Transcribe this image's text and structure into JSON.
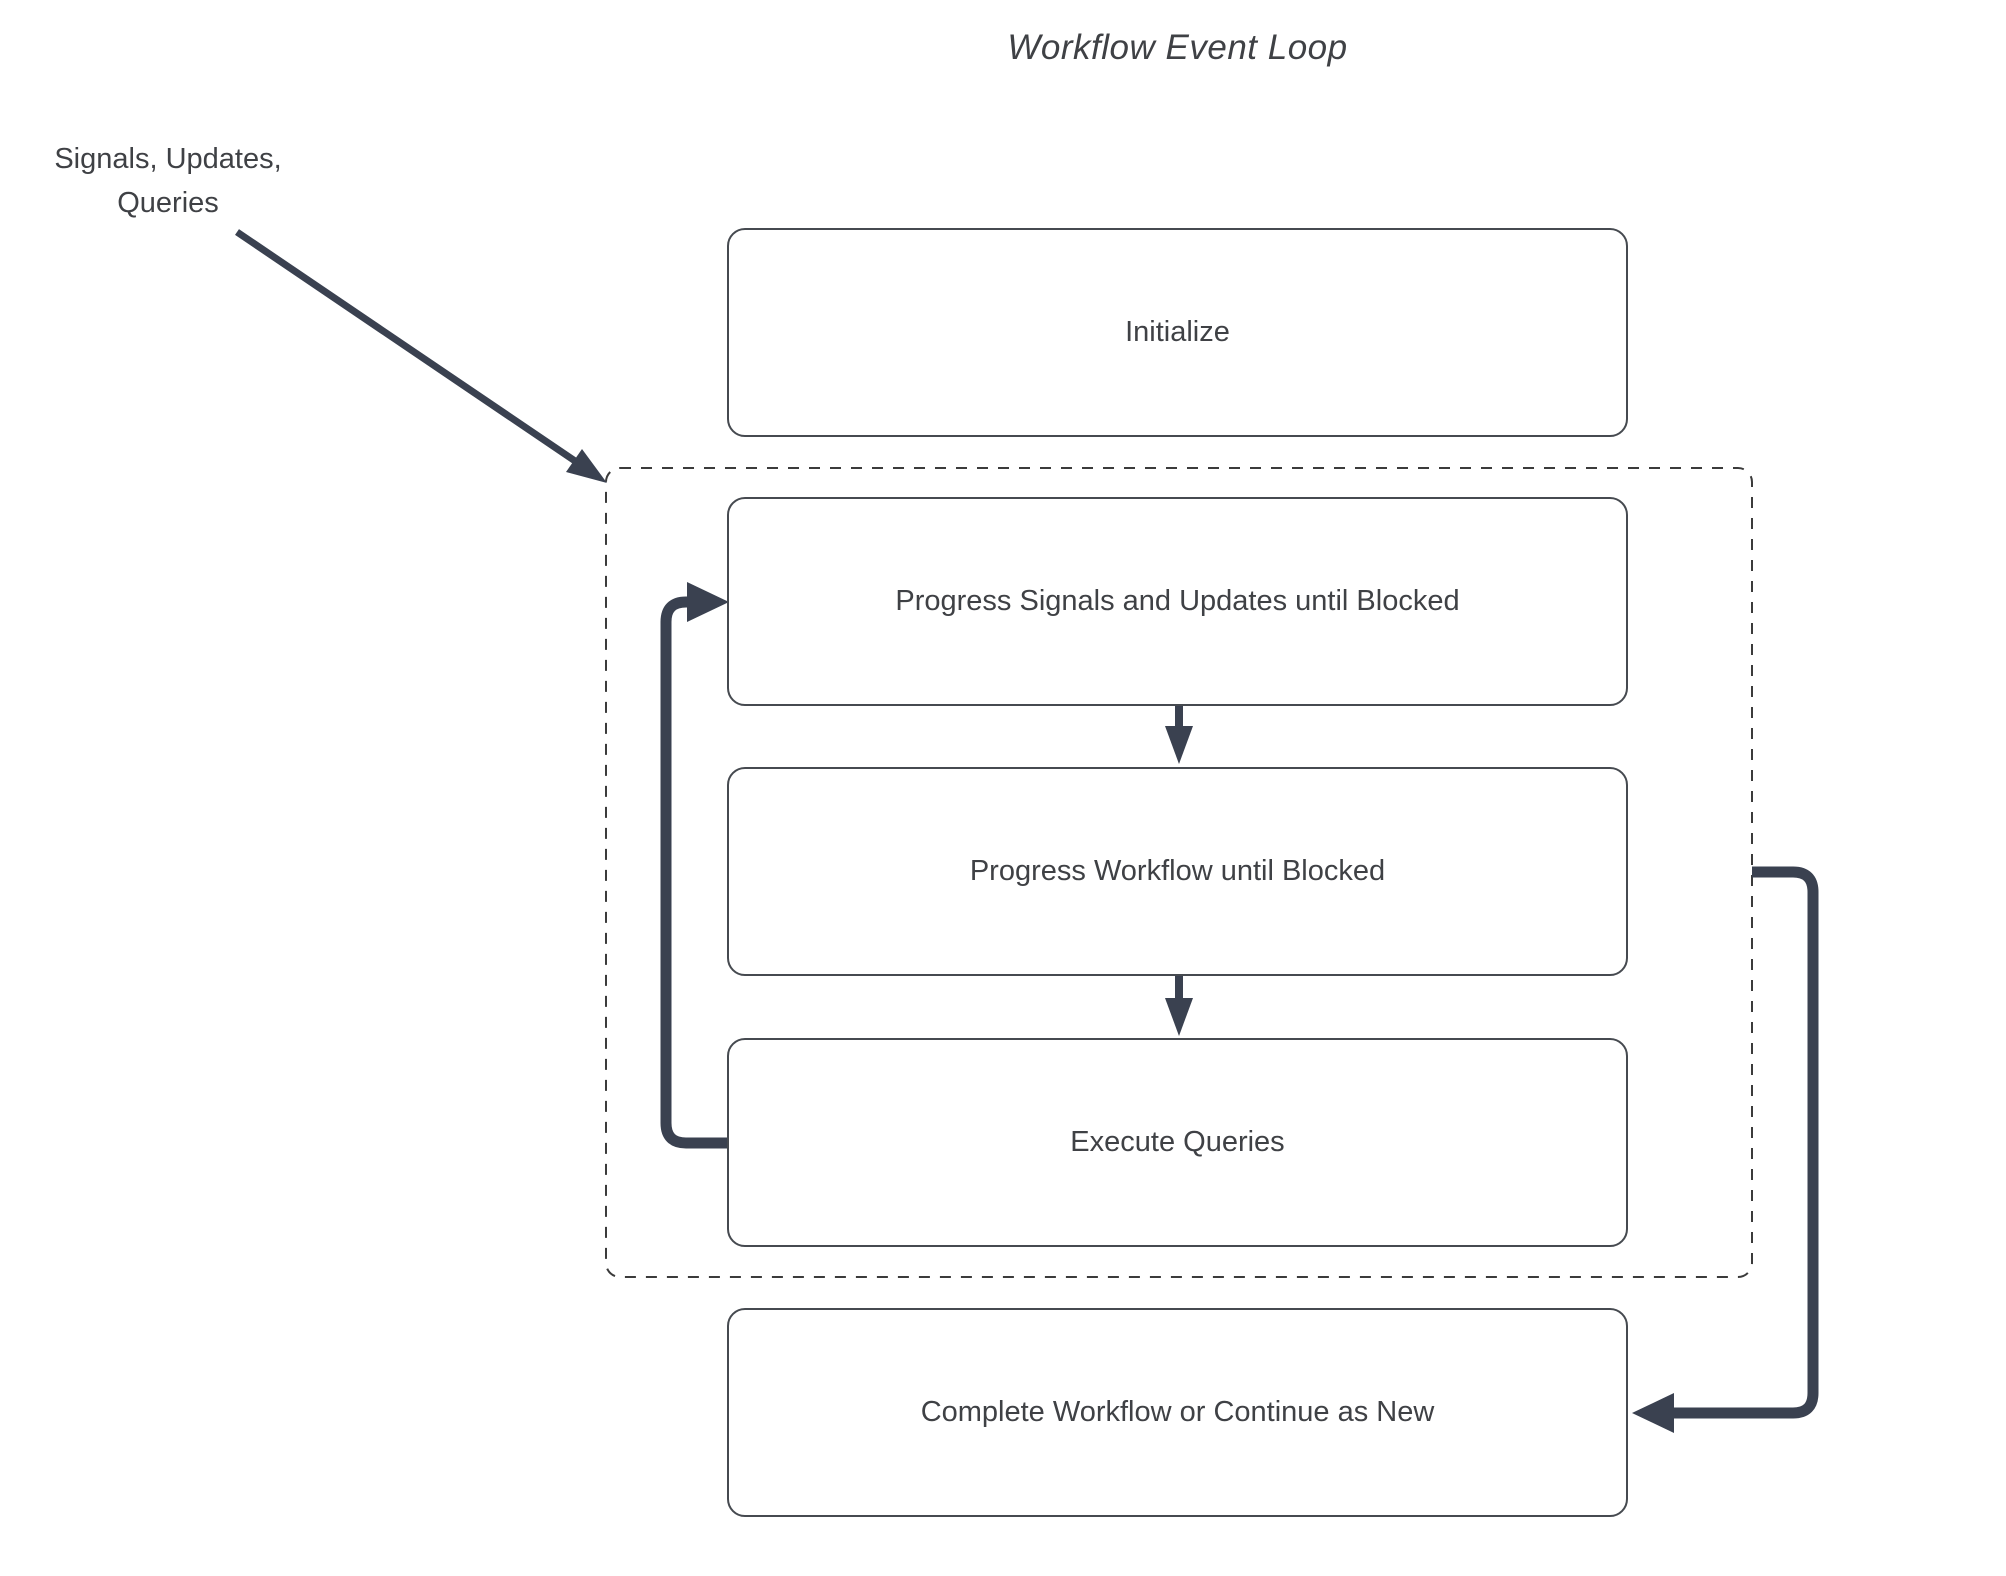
{
  "title": "Workflow Event Loop",
  "external_label": "Signals, Updates,\nQueries",
  "nodes": [
    {
      "id": "initialize",
      "label": "Initialize"
    },
    {
      "id": "progress-signals",
      "label": "Progress Signals and Updates until Blocked"
    },
    {
      "id": "progress-workflow",
      "label": "Progress Workflow until Blocked"
    },
    {
      "id": "execute-queries",
      "label": "Execute Queries"
    },
    {
      "id": "complete",
      "label": "Complete Workflow or Continue as New"
    }
  ],
  "container": {
    "id": "event-loop-group",
    "style": "dashed",
    "contains": [
      "progress-signals",
      "progress-workflow",
      "execute-queries"
    ]
  },
  "edges": [
    {
      "from": "external-events",
      "to": "event-loop-group",
      "kind": "diagonal-arrow"
    },
    {
      "from": "progress-signals",
      "to": "progress-workflow",
      "kind": "down-arrow"
    },
    {
      "from": "progress-workflow",
      "to": "execute-queries",
      "kind": "down-arrow"
    },
    {
      "from": "execute-queries",
      "to": "progress-signals",
      "kind": "loop-back-arrow"
    },
    {
      "from": "event-loop-group",
      "to": "complete",
      "kind": "right-side-arrow"
    }
  ],
  "colors": {
    "background": "#ffffff",
    "thick_arrow": "#3a4150",
    "thin_arrow": "#3a4150",
    "box_border": "#464a50",
    "dashed_border": "#3b3b3b",
    "text": "#3f4145"
  }
}
